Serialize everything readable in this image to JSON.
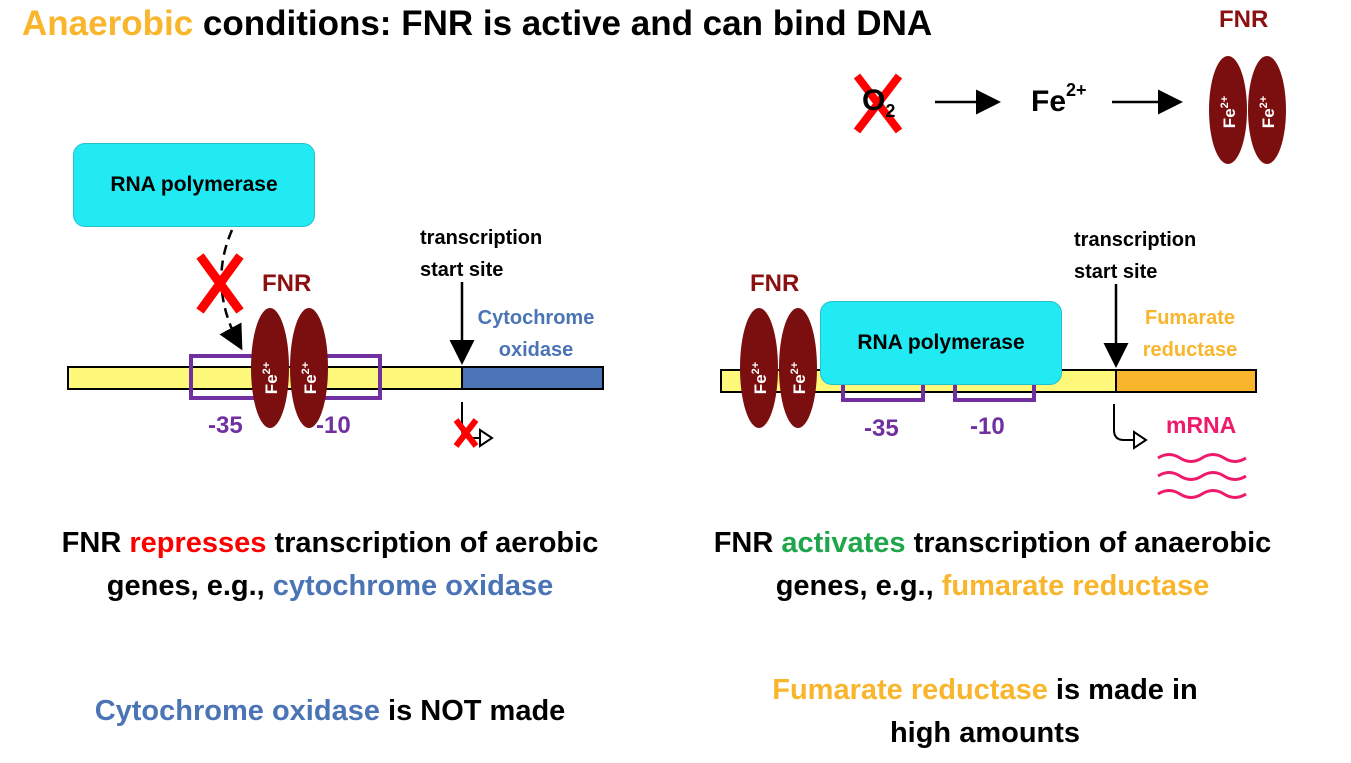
{
  "title": {
    "part1": "Anaerobic",
    "part2": " conditions: FNR is active and can bind DNA"
  },
  "top_right": {
    "fnr_label": "FNR",
    "o2_main": "O",
    "o2_sub": "2",
    "fe_main": "Fe",
    "fe_sup": "2+"
  },
  "left_panel": {
    "rnap_label": "RNA polymerase",
    "fnr_label": "FNR",
    "fe_label": "Fe2+",
    "tss_line1": "transcription",
    "tss_line2": "start site",
    "gene_line1": "Cytochrome",
    "gene_line2": "oxidase",
    "box_35": "-35",
    "box_10": "-10"
  },
  "right_panel": {
    "rnap_label": "RNA polymerase",
    "fnr_label": "FNR",
    "fe_label": "Fe2+",
    "tss_line1": "transcription",
    "tss_line2": "start site",
    "gene_line1": "Fumarate",
    "gene_line2": "reductase",
    "box_35": "-35",
    "box_10": "-10",
    "mrna_label": "mRNA"
  },
  "captions": {
    "left1_a": "FNR ",
    "left1_b": "represses",
    "left1_c": " transcription of aerobic",
    "left2_a": "genes, e.g., ",
    "left2_b": "cytochrome oxidase",
    "right1_a": "FNR ",
    "right1_b": "activates",
    "right1_c": " transcription of anaerobic",
    "right2_a": "genes, e.g., ",
    "right2_b": "fumarate reductase",
    "bottom_left_a": "Cytochrome oxidase",
    "bottom_left_b": " is NOT made",
    "bottom_right_a": "Fumarate reductase",
    "bottom_right_b": " is made in",
    "bottom_right_c": "high amounts"
  },
  "colors": {
    "dna_yellow": "#fef97a",
    "gene_blue": "#4a74b5",
    "gene_orange": "#f9b52c",
    "fnr_maroon": "#7b0f0f",
    "promoter_purple": "#7030a0",
    "rnap_cyan": "#21eaf3",
    "x_red": "#ff0000",
    "mrna_pink": "#ef1a6c"
  }
}
